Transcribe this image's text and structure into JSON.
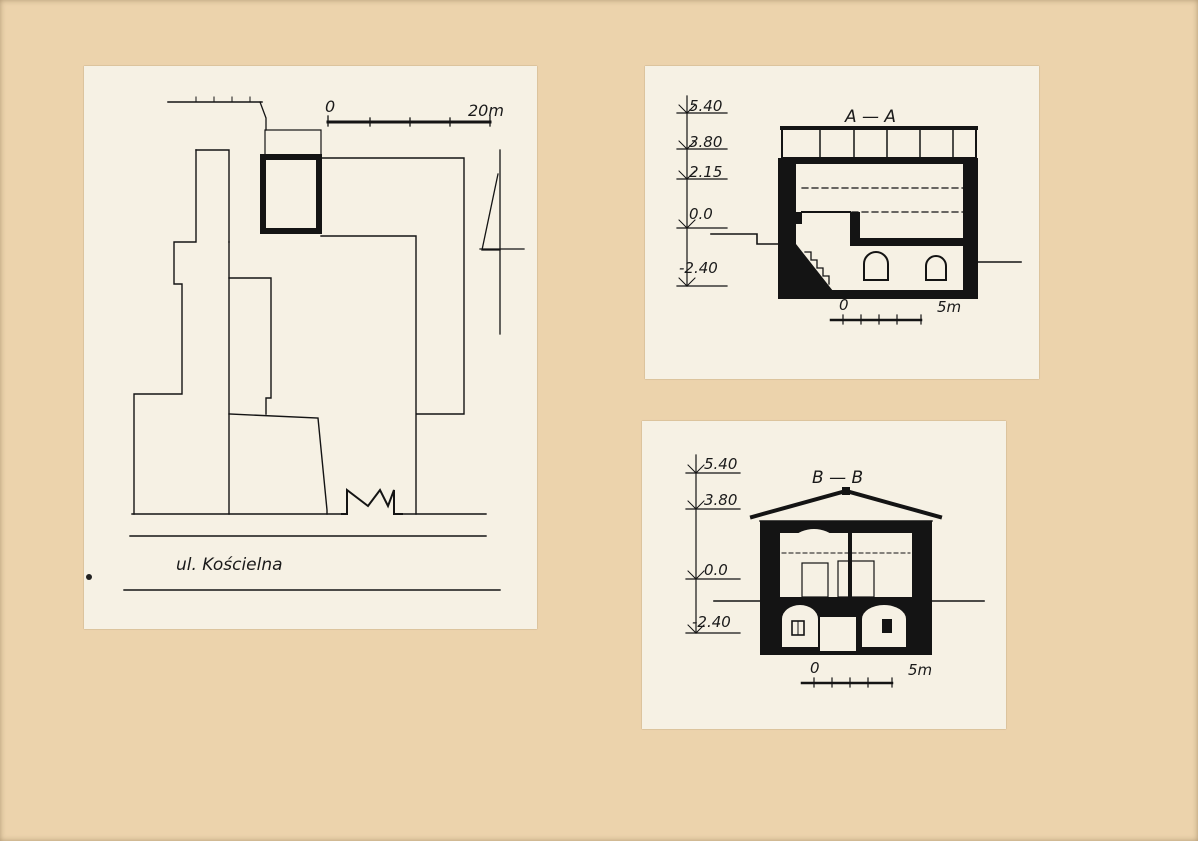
{
  "plan": {
    "scale_start": "0",
    "scale_end": "20m",
    "street_label": "ul. Kościelna"
  },
  "section_aa": {
    "title": "A — A",
    "levels": [
      "5.40",
      "3.80",
      "2.15",
      "0.0",
      "-2.40"
    ],
    "scale_start": "0",
    "scale_end": "5m"
  },
  "section_bb": {
    "title": "B — B",
    "levels": [
      "5.40",
      "3.80",
      "0.0",
      "-2.40"
    ],
    "scale_start": "0",
    "scale_end": "5m"
  },
  "colors": {
    "board": "#ecd3ac",
    "paper": "#f6f1e4",
    "ink": "#141414"
  }
}
